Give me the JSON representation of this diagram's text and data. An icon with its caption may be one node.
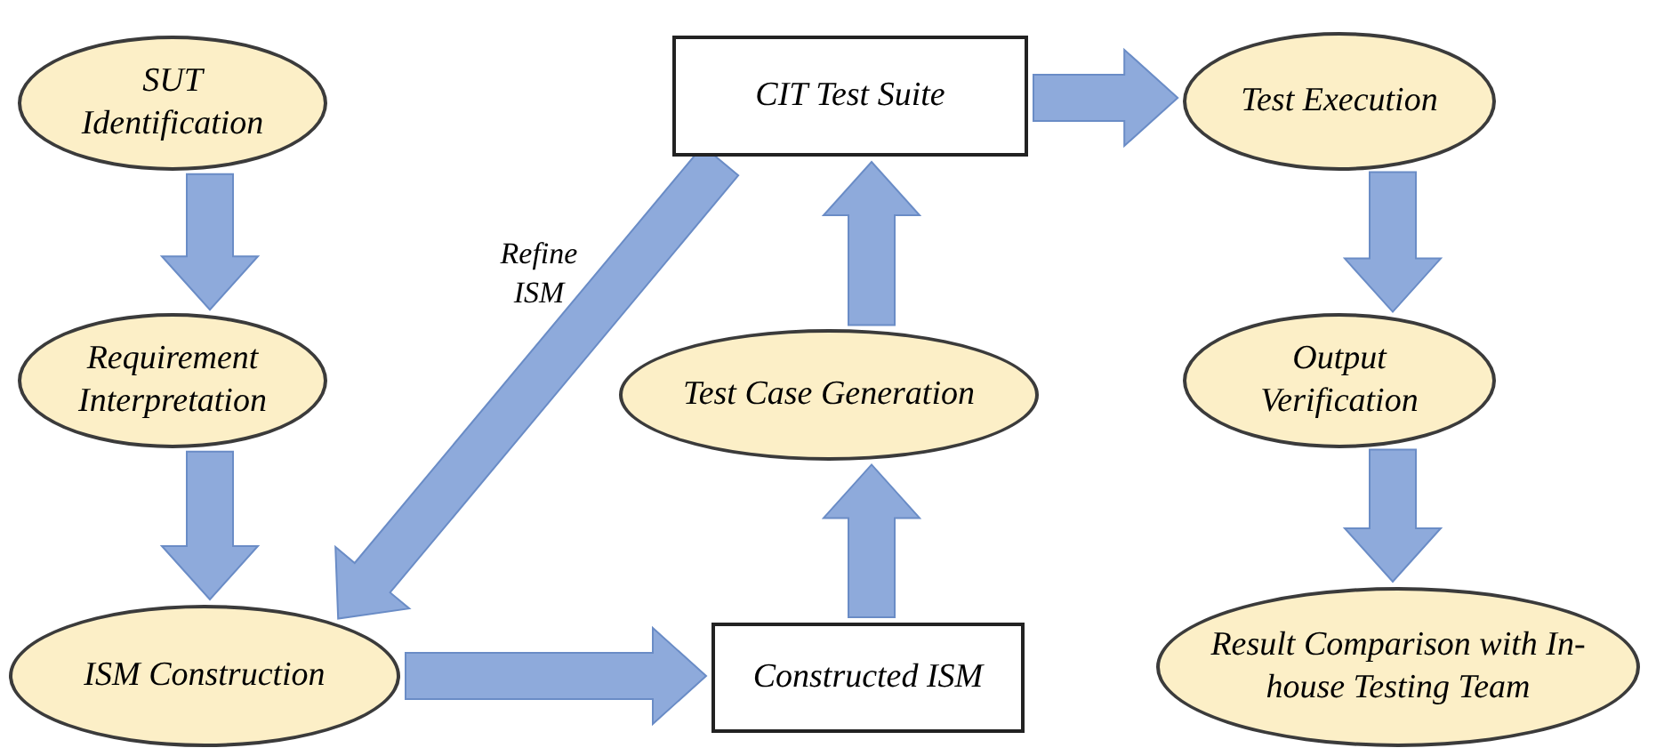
{
  "diagram": {
    "nodes": [
      {
        "text": [
          "SUT Identification"
        ]
      },
      {
        "text": [
          "Requirement Interpretation"
        ]
      },
      {
        "text": [
          "ISM Construction"
        ]
      },
      {
        "text": [
          "Constructed ISM"
        ]
      },
      {
        "text": [
          "Test Case Generation"
        ]
      },
      {
        "text": [
          "CIT Test Suite"
        ]
      },
      {
        "text": [
          "Test Execution"
        ]
      },
      {
        "text": [
          "Output Verification"
        ]
      },
      {
        "text": [
          "Result Comparison with In-house Testing Team"
        ]
      }
    ],
    "edges": [
      {
        "from": 0,
        "to": 1,
        "arrow": "to",
        "style": "thick"
      },
      {
        "from": 1,
        "to": 2,
        "arrow": "to",
        "style": "thick"
      },
      {
        "from": 2,
        "to": 3,
        "arrow": "to",
        "style": "thick"
      },
      {
        "from": 3,
        "to": 4,
        "arrow": "to",
        "style": "thick"
      },
      {
        "from": 4,
        "to": 5,
        "arrow": "to",
        "style": "thick"
      },
      {
        "from": 5,
        "to": 6,
        "arrow": "to",
        "style": "thick"
      },
      {
        "from": 6,
        "to": 7,
        "arrow": "to",
        "style": "thick"
      },
      {
        "from": 7,
        "to": 8,
        "arrow": "to",
        "style": "thick"
      },
      {
        "from": 5,
        "to": 2,
        "arrow": "to",
        "style": "thick",
        "label": "Refine ISM"
      }
    ]
  }
}
